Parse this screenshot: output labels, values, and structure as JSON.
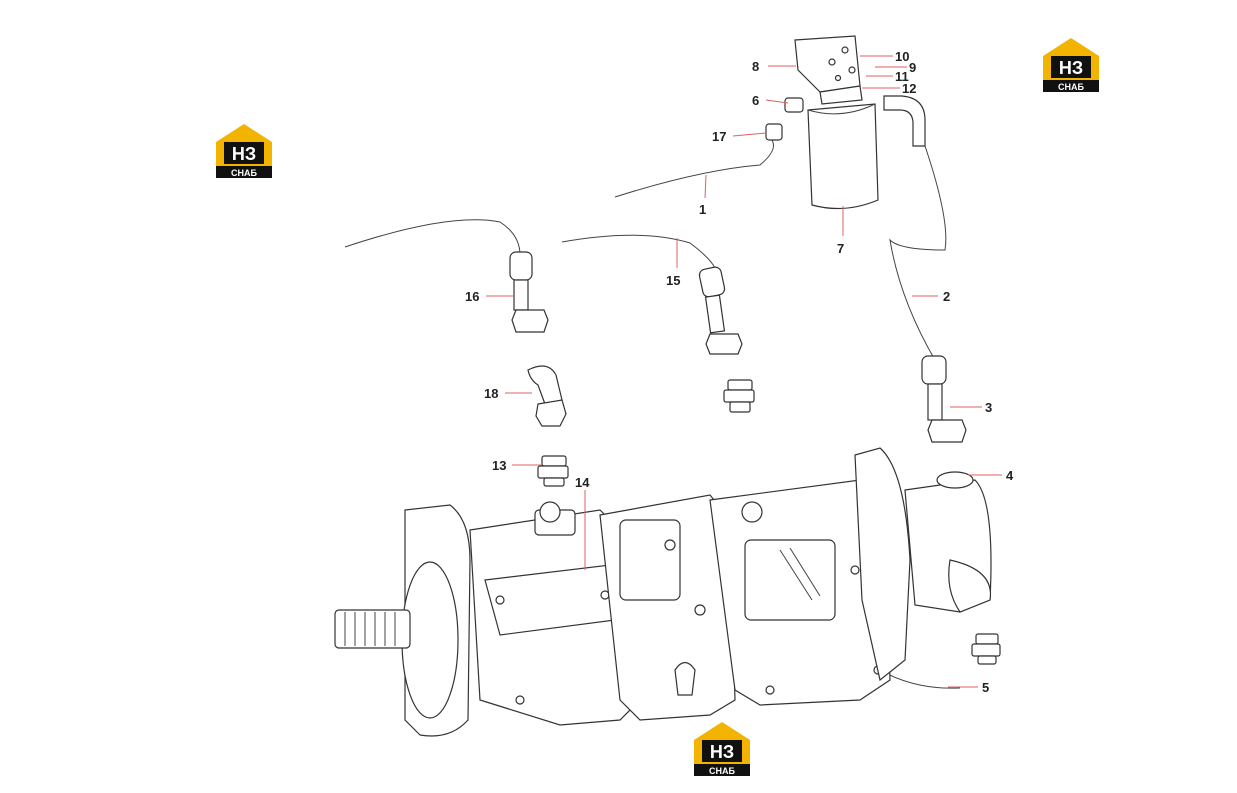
{
  "logo": {
    "top_text": "НЗ",
    "bottom_text": "СНАБ",
    "colors": {
      "house": "#f2b400",
      "bar": "#111111",
      "text": "#ffffff"
    }
  },
  "callouts": [
    "1",
    "2",
    "3",
    "4",
    "5",
    "6",
    "7",
    "8",
    "9",
    "10",
    "11",
    "12",
    "13",
    "14",
    "15",
    "16",
    "17",
    "18"
  ],
  "colors": {
    "leader": "#e06060",
    "outline": "#333333"
  }
}
